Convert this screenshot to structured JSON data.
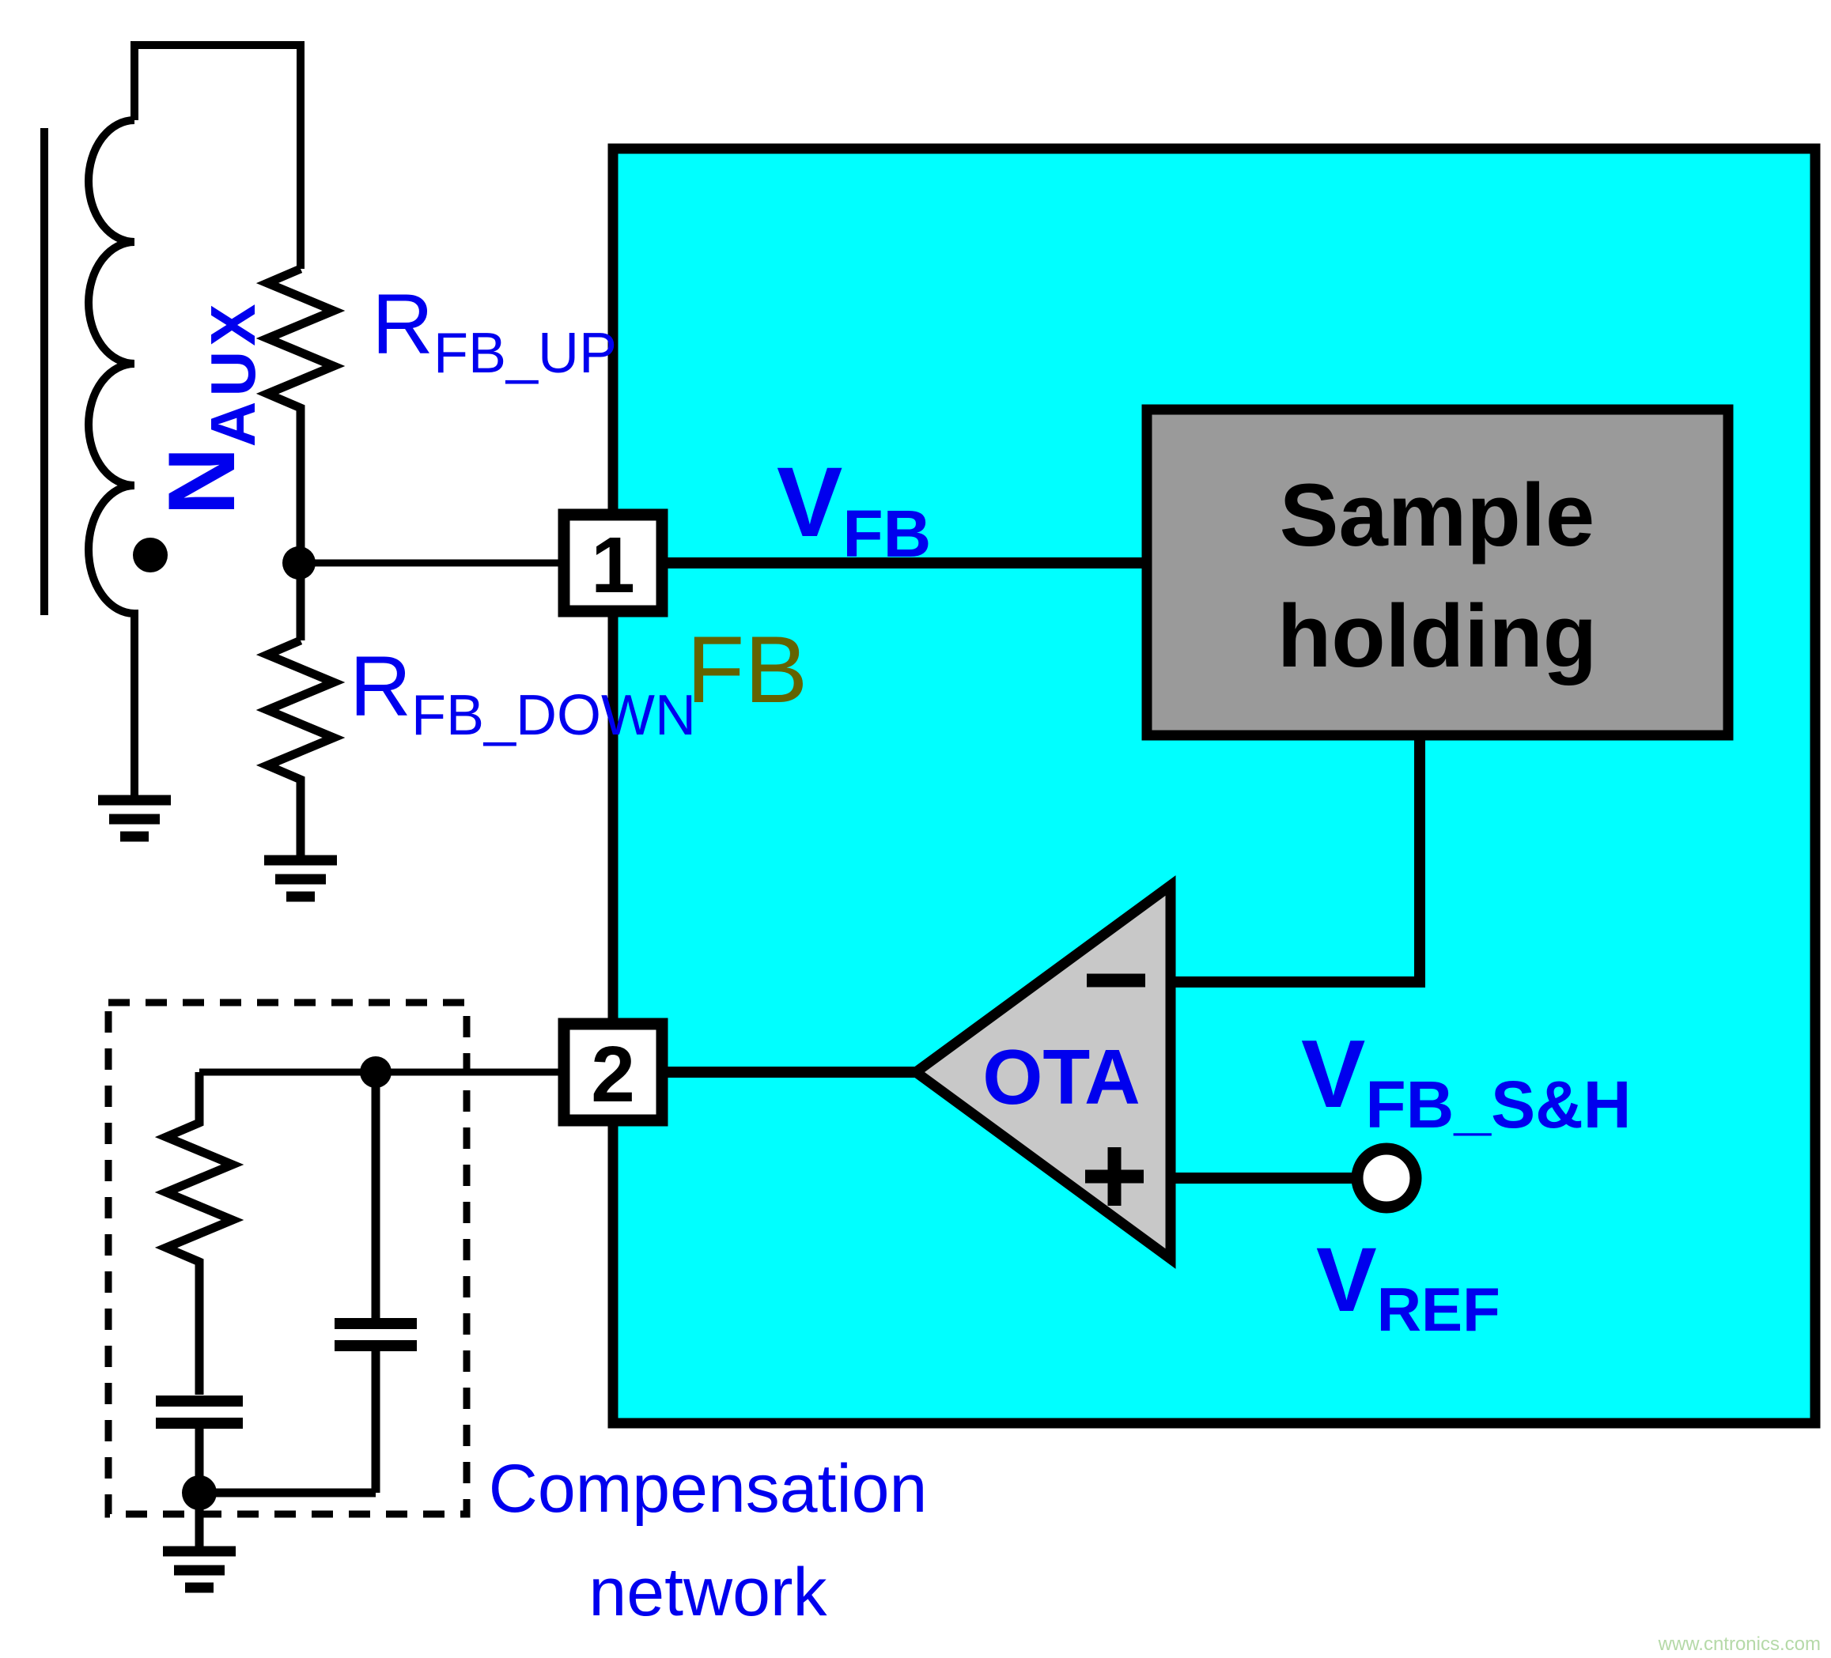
{
  "diagram": {
    "type": "flyback-feedback-circuit-schematic",
    "colors": {
      "background": "#FFFFFF",
      "ic_fill": "#00FFFF",
      "block_fill": "#9A9A9A",
      "ota_fill": "#C8C8C8",
      "line_black": "#000000",
      "text_blue": "#0000EE",
      "text_olive": "#636300",
      "pin_box_fill": "#FFFFFF",
      "watermark_green": "#B5D9A8"
    },
    "transformer": {
      "winding_main": "N",
      "winding_sub": "AUX"
    },
    "resistors": {
      "up": {
        "main": "R",
        "sub": "FB_UP"
      },
      "down": {
        "main": "R",
        "sub": "FB_DOWN"
      }
    },
    "pins": {
      "pin1": "1",
      "pin2": "2",
      "fb_pin_name": "FB"
    },
    "signals": {
      "v_fb": {
        "main": "V",
        "sub": "FB"
      },
      "v_fb_sh": {
        "main": "V",
        "sub": "FB_S&H"
      },
      "v_ref": {
        "main": "V",
        "sub": "REF"
      }
    },
    "ic": {
      "sample_block": {
        "line1": "Sample",
        "line2": "holding"
      },
      "ota_label": "OTA"
    },
    "compensation": {
      "line1": "Compensation",
      "line2": "network"
    },
    "watermark": "www.cntronics.com"
  }
}
